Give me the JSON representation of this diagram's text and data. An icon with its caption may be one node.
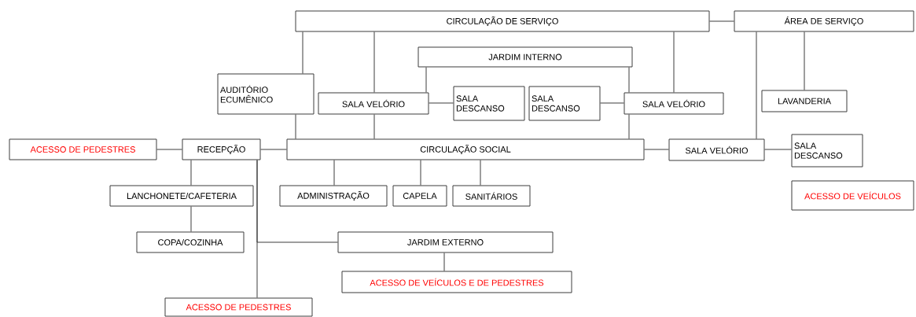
{
  "diagram": {
    "nodes": [
      {
        "text": [
          "CIRCULAÇÃO DE SERVIÇO"
        ]
      },
      {
        "text": [
          "ÁREA DE SERVIÇO"
        ]
      },
      {
        "text": [
          "JARDIM INTERNO"
        ]
      },
      {
        "text": [
          "AUDITÓRIO ECUMÊNICO"
        ]
      },
      {
        "text": [
          "SALA VELÓRIO"
        ]
      },
      {
        "text": [
          "SALA DESCANSO"
        ]
      },
      {
        "text": [
          "SALA DESCANSO"
        ]
      },
      {
        "text": [
          "SALA VELÓRIO"
        ]
      },
      {
        "text": [
          "LAVANDERIA"
        ]
      },
      {
        "text": [
          "ACESSO DE PEDESTRES"
        ]
      },
      {
        "text": [
          "RECEPÇÃO"
        ]
      },
      {
        "text": [
          "CIRCULAÇÃO SOCIAL"
        ]
      },
      {
        "text": [
          "SALA VELÓRIO"
        ]
      },
      {
        "text": [
          "SALA DESCANSO"
        ]
      },
      {
        "text": [
          "LANCHONETE/CAFETERIA"
        ]
      },
      {
        "text": [
          "ADMINISTRAÇÃO"
        ]
      },
      {
        "text": [
          "CAPELA"
        ]
      },
      {
        "text": [
          "SANITÁRIOS"
        ]
      },
      {
        "text": [
          "ACESSO DE VEÍCULOS"
        ]
      },
      {
        "text": [
          "COPA/COZINHA"
        ]
      },
      {
        "text": [
          "JARDIM EXTERNO"
        ]
      },
      {
        "text": [
          "ACESSO DE VEÍCULOS E DE PEDESTRES"
        ]
      },
      {
        "text": [
          "ACESSO DE PEDESTRES"
        ]
      }
    ],
    "edges": [
      {
        "from": 0,
        "to": 1,
        "arrow": "none"
      },
      {
        "from": 0,
        "to": 3,
        "arrow": "none"
      },
      {
        "from": 0,
        "to": 4,
        "arrow": "none"
      },
      {
        "from": 0,
        "to": 7,
        "arrow": "none"
      },
      {
        "from": 1,
        "to": 12,
        "arrow": "none"
      },
      {
        "from": 1,
        "to": 8,
        "arrow": "none"
      },
      {
        "from": 2,
        "to": 4,
        "arrow": "none"
      },
      {
        "from": 2,
        "to": 7,
        "arrow": "none"
      },
      {
        "from": 4,
        "to": 5,
        "arrow": "none"
      },
      {
        "from": 6,
        "to": 7,
        "arrow": "none"
      },
      {
        "from": 3,
        "to": 11,
        "arrow": "none"
      },
      {
        "from": 4,
        "to": 11,
        "arrow": "none"
      },
      {
        "from": 7,
        "to": 11,
        "arrow": "none"
      },
      {
        "from": 9,
        "to": 10,
        "arrow": "none"
      },
      {
        "from": 10,
        "to": 11,
        "arrow": "none"
      },
      {
        "from": 11,
        "to": 12,
        "arrow": "none"
      },
      {
        "from": 12,
        "to": 13,
        "arrow": "none"
      },
      {
        "from": 10,
        "to": 14,
        "arrow": "none"
      },
      {
        "from": 11,
        "to": 15,
        "arrow": "none"
      },
      {
        "from": 11,
        "to": 16,
        "arrow": "none"
      },
      {
        "from": 11,
        "to": 17,
        "arrow": "none"
      },
      {
        "from": 14,
        "to": 19,
        "arrow": "none"
      },
      {
        "from": 20,
        "to": 21,
        "arrow": "none"
      },
      {
        "from": 10,
        "to": 22,
        "arrow": "none"
      },
      {
        "from": 10,
        "to": 20,
        "arrow": "none"
      }
    ]
  }
}
